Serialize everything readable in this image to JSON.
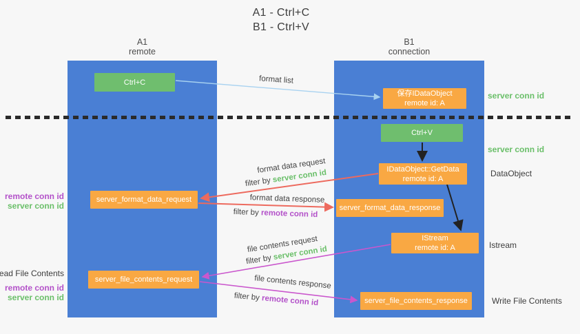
{
  "title": {
    "line1": "A1 - Ctrl+C",
    "line2": "B1 - Ctrl+V"
  },
  "columns": {
    "left": {
      "name": "A1",
      "subtitle": "remote"
    },
    "right": {
      "name": "B1",
      "subtitle": "connection"
    }
  },
  "nodes": {
    "ctrl_c": {
      "label": "Ctrl+C"
    },
    "save_dataobject": {
      "line1": "保存IDataObject",
      "line2": "remote id: A"
    },
    "ctrl_v": {
      "label": "Ctrl+V"
    },
    "getdata": {
      "line1": "IDataObject::GetData",
      "line2": "remote id: A"
    },
    "format_request": {
      "label": "server_format_data_request"
    },
    "format_response": {
      "label": "server_format_data_response"
    },
    "istream": {
      "line1": "IStream",
      "line2": "remote id: A"
    },
    "file_request": {
      "label": "server_file_contents_request"
    },
    "file_response": {
      "label": "server_file_contents_response"
    }
  },
  "flows": {
    "format_list": {
      "label": "format list"
    },
    "format_data_request": {
      "label": "format data request",
      "filter_prefix": "filter by",
      "filter_value": "server conn id"
    },
    "format_data_response": {
      "label": "format data response",
      "filter_prefix": "filter by",
      "filter_value": "remote conn id"
    },
    "file_contents_request": {
      "label": "file contents request",
      "filter_prefix": "filter by",
      "filter_value": "server conn id"
    },
    "file_contents_response": {
      "label": "file contents response",
      "filter_prefix": "filter by",
      "filter_value": "remote conn id"
    }
  },
  "annotations": {
    "server_conn_id_top": "server conn id",
    "server_conn_id_mid": "server conn id",
    "dataobject": "DataObject",
    "istream": "Istream",
    "write_file_contents": "Write File Contents",
    "read_file_contents": "Read File Contents",
    "pair1": {
      "remote": "remote conn id",
      "server": "server conn id"
    },
    "pair2": {
      "remote": "remote conn id",
      "server": "server conn id"
    }
  },
  "colors": {
    "column_blue": "#4a7fd4",
    "action_green": "#6fbe6e",
    "message_orange": "#f9a843",
    "server_conn_green": "#6abf69",
    "remote_conn_purple": "#b351c9",
    "request_red": "#ed6a5e",
    "response_magenta": "#ca57cd",
    "format_list_blue": "#a8d2f0",
    "divider_black": "#2a2a2a"
  }
}
